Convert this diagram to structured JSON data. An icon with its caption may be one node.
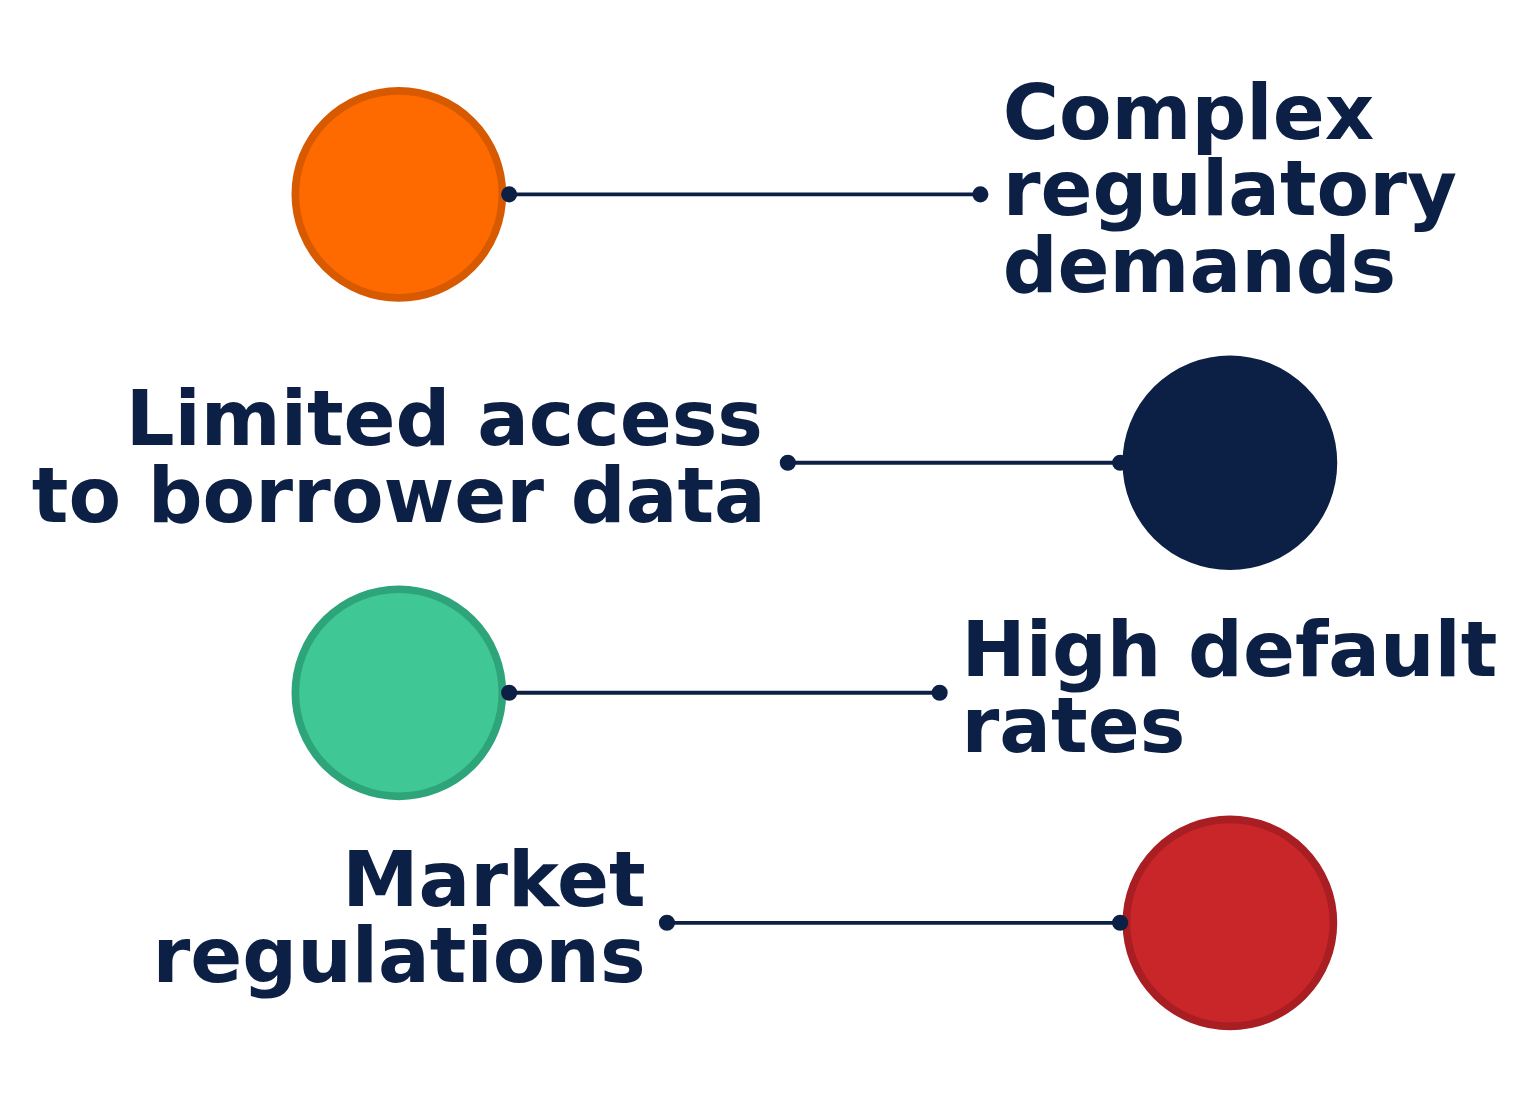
{
  "diagram": {
    "nodes": [
      {
        "text": [
          "Market regulations"
        ]
      },
      {
        "text": [
          "High default rates"
        ]
      },
      {
        "text": [],
        "shape": "circle"
      },
      {
        "text": [],
        "shape": "circle"
      },
      {
        "text": [],
        "shape": "circle"
      },
      {
        "text": [],
        "shape": "circle"
      },
      {
        "text": [
          "Limited access to borrower data"
        ]
      },
      {
        "text": [
          "Complex regulatory demands"
        ]
      }
    ],
    "edges": [
      {
        "from": 0,
        "to": 2,
        "arrow": "other"
      },
      {
        "from": 1,
        "to": 3,
        "arrow": "other"
      },
      {
        "from": 6,
        "to": 4,
        "arrow": "other"
      },
      {
        "from": 7,
        "to": 5,
        "arrow": "other"
      }
    ]
  }
}
